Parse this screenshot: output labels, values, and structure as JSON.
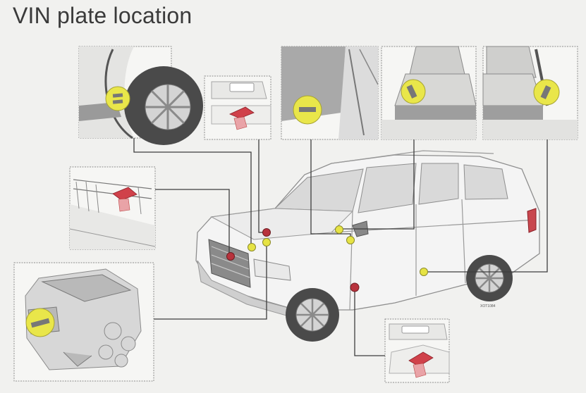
{
  "title": "VIN plate location",
  "image_code": "XOT1084",
  "colors": {
    "marker_yellow": "#e9e64a",
    "plate_red": "#d0414a",
    "leader_line": "#3d3d3d"
  },
  "insets": [
    {
      "name": "front-wheel-arch"
    },
    {
      "name": "hood-label"
    },
    {
      "name": "door-pillar"
    },
    {
      "name": "front-seat-left"
    },
    {
      "name": "front-seat-right"
    },
    {
      "name": "radiator-support"
    },
    {
      "name": "engine-block"
    },
    {
      "name": "lower-door-label"
    }
  ]
}
